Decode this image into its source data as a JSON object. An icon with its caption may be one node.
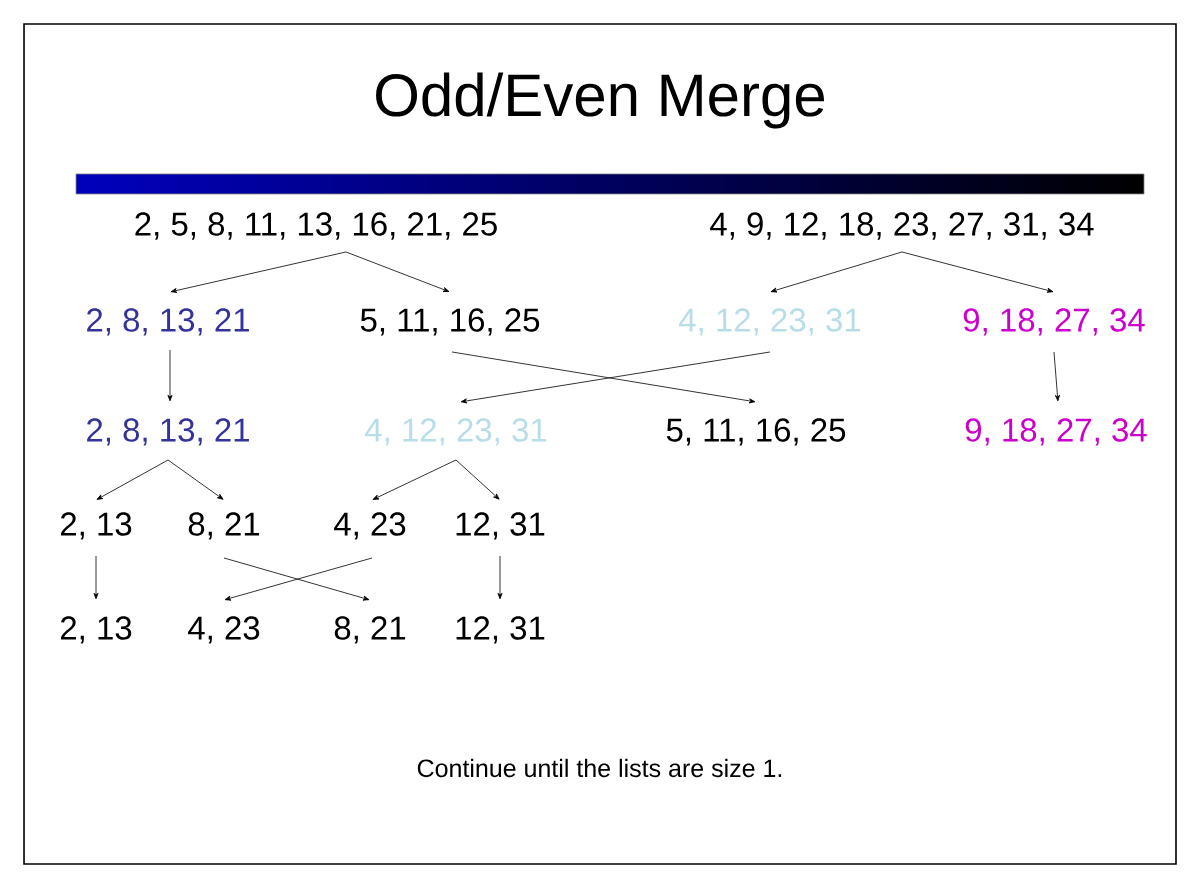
{
  "diagram": {
    "title": "Odd/Even Merge",
    "nodes": [
      {
        "text": [
          "2, 5, 8, 11, 13, 16, 21, 25"
        ]
      },
      {
        "text": [
          "4, 9, 12, 18, 23, 27, 31, 34"
        ]
      },
      {
        "text": [
          "2, 8, 13, 21"
        ]
      },
      {
        "text": [
          "5, 11, 16, 25"
        ]
      },
      {
        "text": [
          "4, 12, 23, 31"
        ]
      },
      {
        "text": [
          "9, 18, 27, 34"
        ]
      },
      {
        "text": [
          "2, 8, 13, 21"
        ]
      },
      {
        "text": [
          "4, 12, 23, 31"
        ]
      },
      {
        "text": [
          "5, 11, 16, 25"
        ]
      },
      {
        "text": [
          "9, 18, 27, 34"
        ]
      },
      {
        "text": [
          "2, 13"
        ]
      },
      {
        "text": [
          "8, 21"
        ]
      },
      {
        "text": [
          "4, 23"
        ]
      },
      {
        "text": [
          "12, 31"
        ]
      },
      {
        "text": [
          "2, 13"
        ]
      },
      {
        "text": [
          "4, 23"
        ]
      },
      {
        "text": [
          "8, 21"
        ]
      },
      {
        "text": [
          "12, 31"
        ]
      }
    ],
    "edges": [
      {
        "from": 0,
        "to": 2,
        "arrow": "to"
      },
      {
        "from": 0,
        "to": 3,
        "arrow": "to"
      },
      {
        "from": 1,
        "to": 4,
        "arrow": "to"
      },
      {
        "from": 1,
        "to": 5,
        "arrow": "to"
      },
      {
        "from": 2,
        "to": 6,
        "arrow": "to"
      },
      {
        "from": 3,
        "to": 8,
        "arrow": "to"
      },
      {
        "from": 4,
        "to": 7,
        "arrow": "to"
      },
      {
        "from": 5,
        "to": 9,
        "arrow": "to"
      },
      {
        "from": 6,
        "to": 10,
        "arrow": "to"
      },
      {
        "from": 6,
        "to": 11,
        "arrow": "to"
      },
      {
        "from": 7,
        "to": 12,
        "arrow": "to"
      },
      {
        "from": 7,
        "to": 13,
        "arrow": "to"
      },
      {
        "from": 10,
        "to": 14,
        "arrow": "to"
      },
      {
        "from": 11,
        "to": 16,
        "arrow": "to"
      },
      {
        "from": 12,
        "to": 15,
        "arrow": "to"
      },
      {
        "from": 13,
        "to": 17,
        "arrow": "to"
      }
    ],
    "labels": [
      "Continue until the lists are size 1."
    ]
  }
}
